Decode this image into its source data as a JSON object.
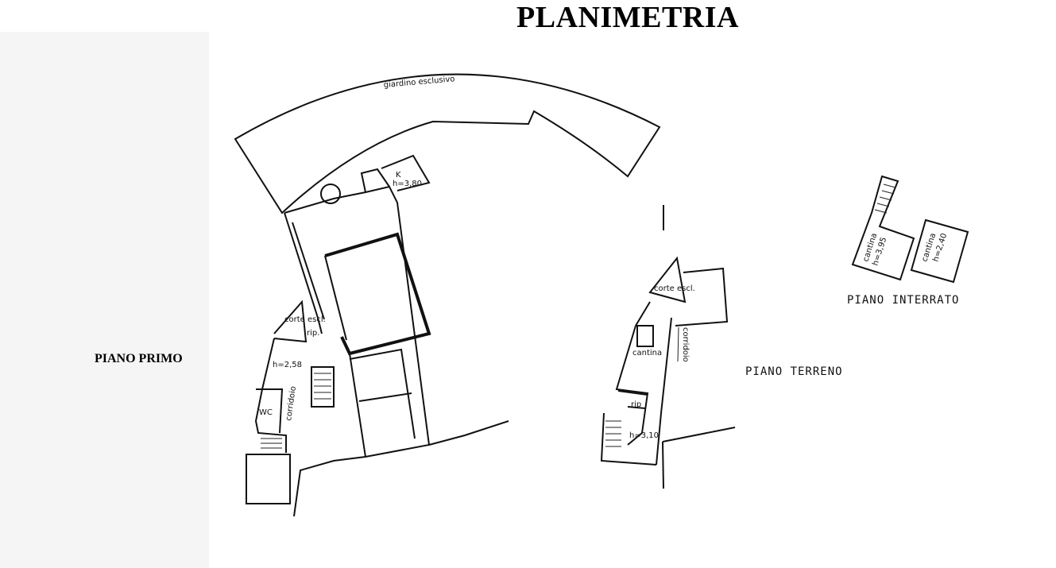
{
  "title": "PLANIMETRIA",
  "floors": {
    "primo": {
      "label": "PIANO PRIMO",
      "garden": "giardino esclusivo",
      "kitchen": "K",
      "kitchen_height": "h=3,80",
      "court": "corte escl.",
      "storage": "rip.",
      "room_height": "h=2,58",
      "wc": "WC",
      "corridor": "corridoio"
    },
    "terreno": {
      "label": "PIANO TERRENO",
      "court": "corte escl.",
      "cellar": "cantina",
      "corridor": "corridoio",
      "storage": "rip",
      "height": "h=3,10"
    },
    "interrato": {
      "label": "PIANO INTERRATO",
      "cellar1": "cantina",
      "cellar1_height": "h=3,95",
      "cellar2": "cantina",
      "cellar2_height": "h=2,40"
    }
  }
}
